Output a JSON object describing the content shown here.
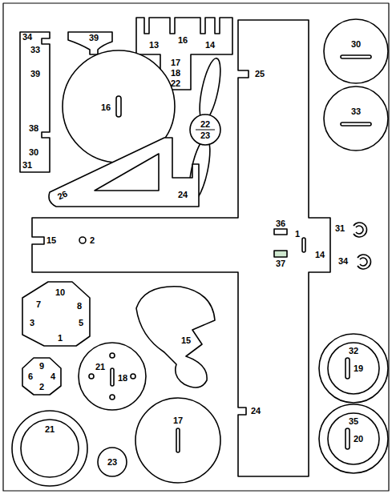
{
  "diagram": {
    "labels": [
      "34",
      "33",
      "39",
      "38",
      "30",
      "31",
      "39",
      "13",
      "16",
      "14",
      "17",
      "18",
      "22",
      "25",
      "30",
      "16",
      "22",
      "23",
      "33",
      "26",
      "24",
      "15",
      "2",
      "36",
      "1",
      "31",
      "14",
      "37",
      "34",
      "10",
      "7",
      "8",
      "3",
      "5",
      "1",
      "15",
      "32",
      "19",
      "9",
      "6",
      "4",
      "2",
      "21",
      "18",
      "24",
      "35",
      "20",
      "21",
      "17",
      "23"
    ]
  }
}
